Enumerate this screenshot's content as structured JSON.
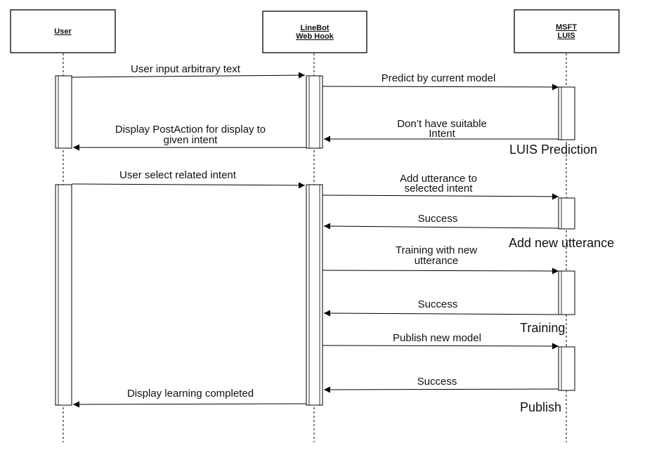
{
  "actors": [
    {
      "id": "user",
      "label": "User"
    },
    {
      "id": "webhook",
      "label_lines": [
        "LineBot",
        "Web Hook"
      ]
    },
    {
      "id": "luis",
      "label_lines": [
        "MSFT",
        "LUIS"
      ]
    }
  ],
  "messages": [
    {
      "lines": [
        "User input arbitrary text"
      ]
    },
    {
      "lines": [
        "Predict by current model"
      ]
    },
    {
      "lines": [
        "Don’t have suitable",
        "Intent"
      ]
    },
    {
      "lines": [
        "Display  PostAction for display to",
        "given intent"
      ]
    },
    {
      "lines": [
        "User select related intent"
      ]
    },
    {
      "lines": [
        "Add utterance to",
        "selected intent"
      ]
    },
    {
      "lines": [
        "Success"
      ]
    },
    {
      "lines": [
        "Training with new",
        "utterance"
      ]
    },
    {
      "lines": [
        "Success"
      ]
    },
    {
      "lines": [
        "Publish new model"
      ]
    },
    {
      "lines": [
        "Success"
      ]
    },
    {
      "lines": [
        "Display learning completed"
      ]
    }
  ],
  "section_labels": [
    "LUIS Prediction",
    "Add new utterance",
    "Training",
    "Publish"
  ]
}
